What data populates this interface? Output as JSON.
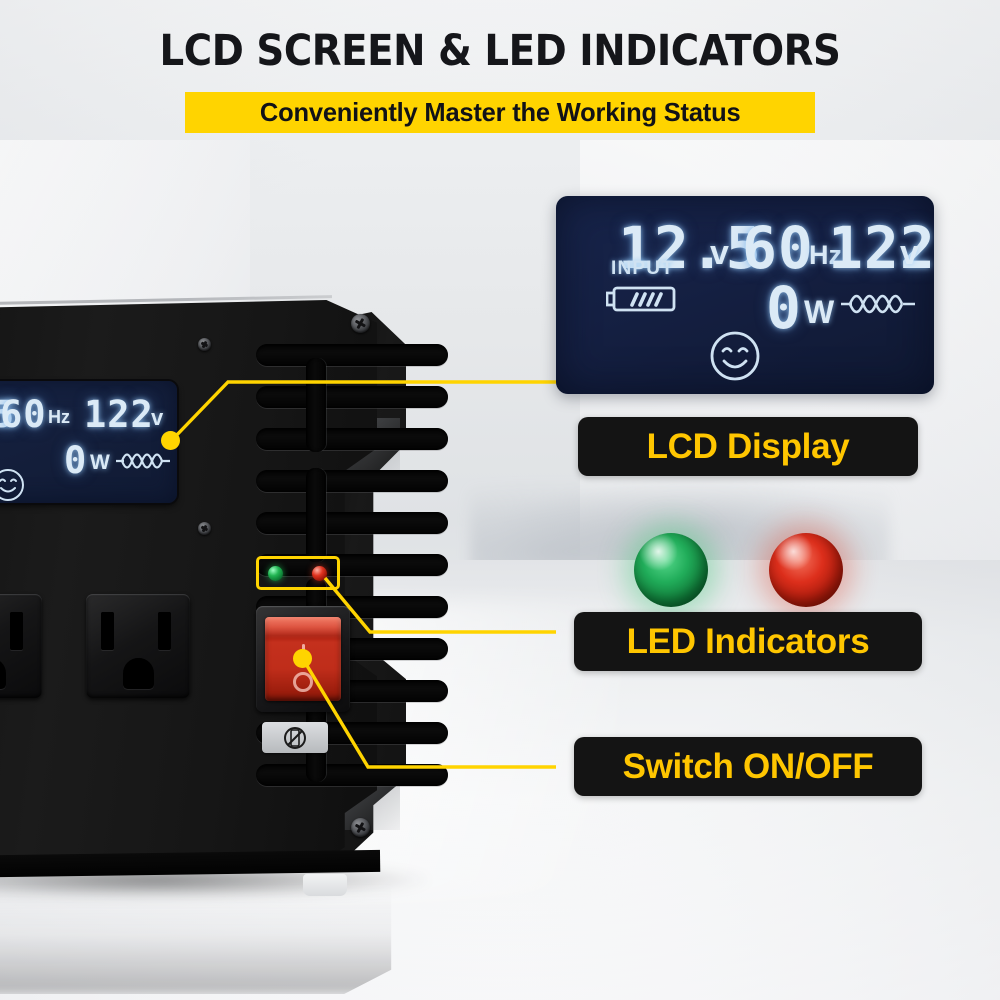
{
  "header": {
    "title": "LCD SCREEN & LED INDICATORS",
    "subtitle": "Conveniently Master the Working Status"
  },
  "colors": {
    "accent_yellow": "#FFD400",
    "label_text_yellow": "#FFC600",
    "label_box_black": "#141414",
    "lcd_navy": "#17244a",
    "lcd_text": "#dbeaf6",
    "led_green": "#21ad5a",
    "led_red": "#dd2f1c",
    "switch_red": "#c4301d"
  },
  "lcd": {
    "input_voltage": "12.5",
    "input_voltage_unit": "v",
    "frequency": "60",
    "frequency_unit": "Hz",
    "output_voltage": "122",
    "output_voltage_unit": "v",
    "input_label": "INPUT",
    "power": "0",
    "power_unit": "W",
    "battery_icon": "battery-full-icon",
    "battery_bars": 4,
    "waveform_icon": "sine-wave-icon",
    "status_icon": "smiley-face-icon"
  },
  "callouts": [
    {
      "label": "LCD Display",
      "name": "lcd-display"
    },
    {
      "label": "LED Indicators",
      "name": "led-indicators"
    },
    {
      "label": "Switch ON/OFF",
      "name": "switch-on-off"
    }
  ],
  "leds": [
    {
      "name": "led-green",
      "color": "#21ad5a"
    },
    {
      "name": "led-red",
      "color": "#dd2f1c"
    }
  ],
  "switch": {
    "on_mark": "I",
    "off_mark": "O",
    "name": "power-rocker-switch"
  },
  "device": {
    "name": "power-inverter",
    "outlets": 2,
    "sticker_icon": "no-mobile-device-icon"
  }
}
